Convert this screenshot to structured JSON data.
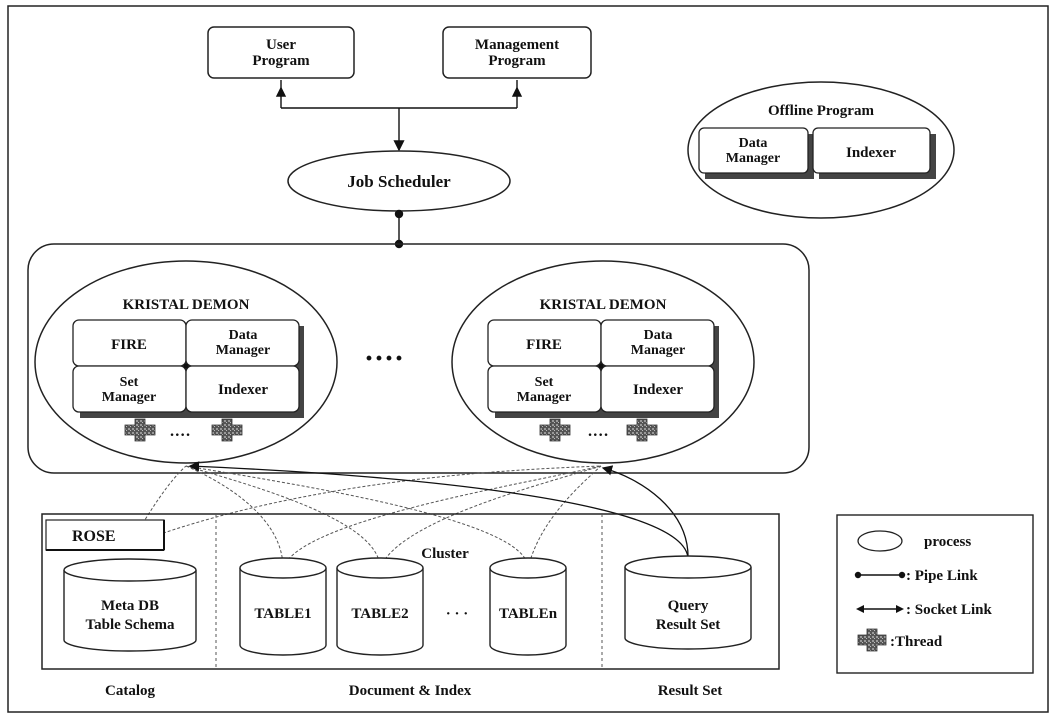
{
  "top": {
    "user_program": [
      "User",
      "Program"
    ],
    "management_program": [
      "Management",
      "Program"
    ],
    "job_scheduler": "Job Scheduler"
  },
  "offline": {
    "title": "Offline Program",
    "data_manager": [
      "Data",
      "Manager"
    ],
    "indexer": "Indexer"
  },
  "demons": [
    {
      "title": "KRISTAL DEMON",
      "fire": "FIRE",
      "data_manager": [
        "Data",
        "Manager"
      ],
      "set_manager": [
        "Set",
        "Manager"
      ],
      "indexer": "Indexer",
      "thread_dots": "····"
    },
    {
      "title": "KRISTAL DEMON",
      "fire": "FIRE",
      "data_manager": [
        "Data",
        "Manager"
      ],
      "set_manager": [
        "Set",
        "Manager"
      ],
      "indexer": "Indexer",
      "thread_dots": "····"
    }
  ],
  "demon_ellipsis": "····",
  "storage": {
    "rose": "ROSE",
    "meta_db": [
      "Meta DB",
      "Table Schema"
    ],
    "cluster": "Cluster",
    "tables": [
      "TABLE1",
      "TABLE2",
      "TABLEn"
    ],
    "tables_ellipsis": "· · ·",
    "query_result": [
      "Query",
      "Result Set"
    ]
  },
  "sections": {
    "catalog": "Catalog",
    "document_index": "Document & Index",
    "result_set": "Result Set"
  },
  "legend": {
    "process": "process",
    "pipe_link": ": Pipe Link",
    "socket_link": ": Socket Link",
    "thread": ":Thread"
  }
}
